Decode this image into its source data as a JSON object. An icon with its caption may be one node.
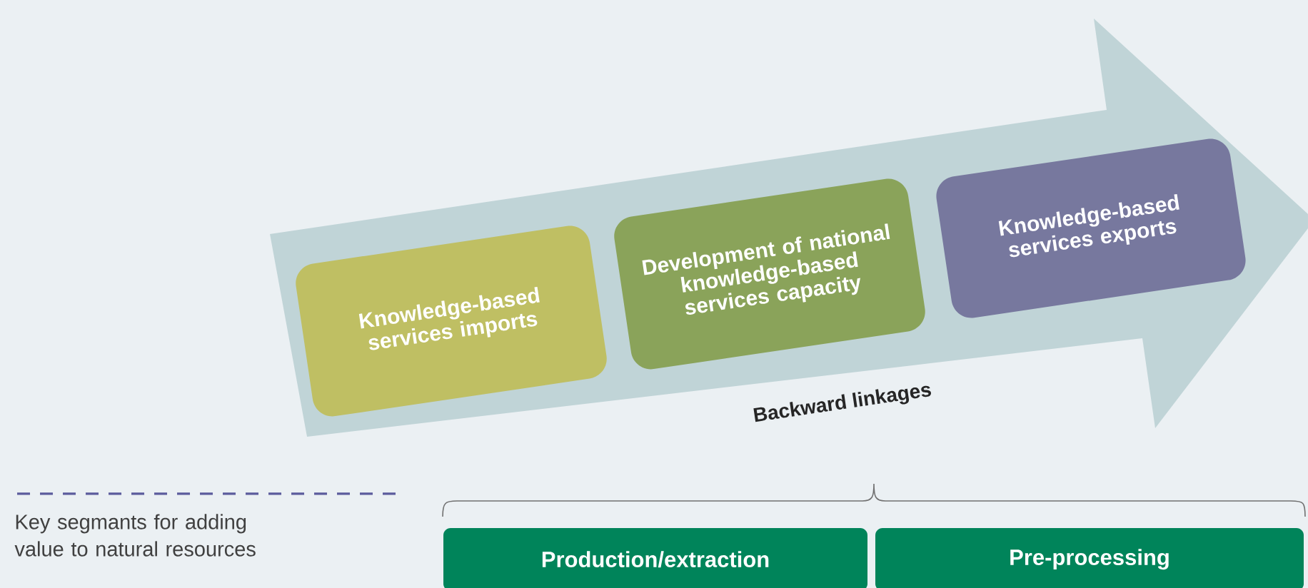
{
  "diagram": {
    "nodes": [
      {
        "text": [
          "Backward linkages"
        ]
      },
      {
        "text": [
          "Knowledge-based services imports"
        ],
        "in": 0
      },
      {
        "text": [
          "Development of national knowledge-based services capacity"
        ],
        "in": 0
      },
      {
        "text": [
          "Knowledge-based services exports"
        ],
        "in": 0
      },
      {
        "text": [
          "Production/extraction"
        ]
      },
      {
        "text": [
          "Pre-processing"
        ]
      }
    ],
    "legend": [
      {
        "text": "Key segmants for adding value to natural resources"
      }
    ]
  }
}
